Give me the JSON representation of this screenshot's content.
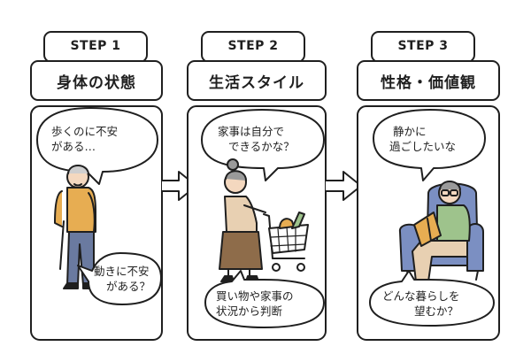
{
  "steps": [
    {
      "step_label": "STEP 1",
      "title": "身体の状態",
      "bubble_top": [
        "歩くのに不安",
        "がある…"
      ],
      "bubble_bottom": [
        "動きに不安",
        "がある？"
      ]
    },
    {
      "step_label": "STEP 2",
      "title": "生活スタイル",
      "bubble_top": [
        "家事は自分で",
        "できるかな？"
      ],
      "bubble_bottom": [
        "買い物や家事の",
        "状況から判断"
      ]
    },
    {
      "step_label": "STEP 3",
      "title": "性格・価値観",
      "bubble_top": [
        "静かに",
        "過ごしたいな"
      ],
      "bubble_bottom": [
        "どんな暮らしを",
        "望むか？"
      ]
    }
  ],
  "colors": {
    "outline": "#1f1f1f",
    "sweater_orange": "#e7ad52",
    "pants_blue": "#6a7aa0",
    "cardigan_beige": "#e8d0b2",
    "skirt_brown": "#8e6c4a",
    "chair_blue": "#7b8fc2",
    "shirt_green": "#9ec38c",
    "skin": "#f4d8bf"
  },
  "icons": [
    "right-arrow-icon",
    "right-arrow-icon"
  ]
}
